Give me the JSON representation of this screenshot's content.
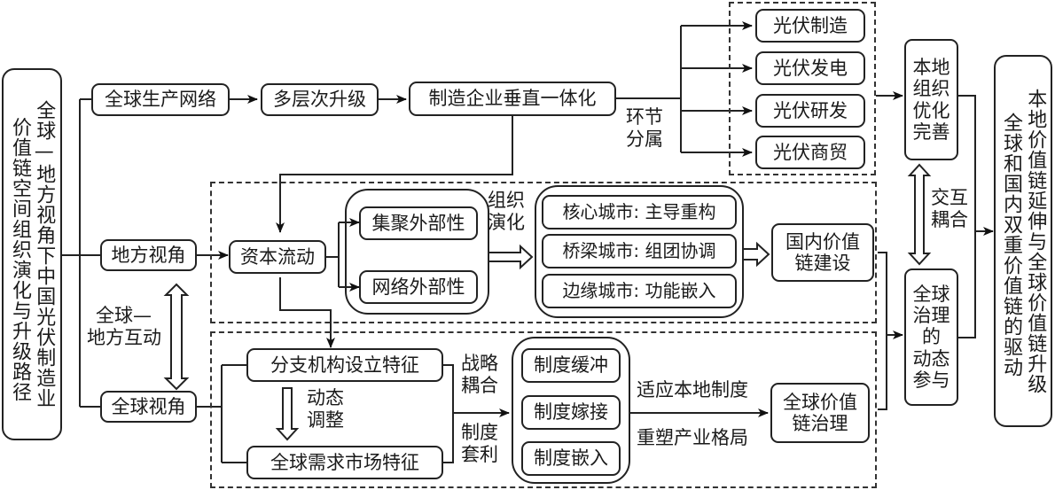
{
  "title_box": {
    "col_right": "全球—地方视角下中国光伏制造业",
    "col_left": "价值链空间组织演化与升级路径"
  },
  "top_row": {
    "global_production_network": "全球生产网络",
    "multi_level_upgrade": "多层次升级",
    "vertical_integration": "制造企业垂直一体化",
    "segment_label_line1": "环节",
    "segment_label_line2": "分属"
  },
  "pv_segments": [
    "光伏制造",
    "光伏发电",
    "光伏研发",
    "光伏商贸"
  ],
  "local_org": {
    "line1": "本地",
    "line2": "组织",
    "line3": "优化",
    "line4": "完善"
  },
  "interaction_label": {
    "line1": "交互",
    "line2": "耦合"
  },
  "global_gov_participation": {
    "line1": "全球",
    "line2": "治理",
    "line3": "的",
    "line4": "动态",
    "line5": "参与"
  },
  "final_box": {
    "col_right": "本地价值链延伸与全球价值链升级",
    "col_left": "全球和国内双重价值链的驱动"
  },
  "local_perspective": "地方视角",
  "global_perspective": "全球视角",
  "interaction_mid_label": {
    "line1": "全球—",
    "line2": "地方互动"
  },
  "capital_flow": "资本流动",
  "externalities": [
    "集聚外部性",
    "网络外部性"
  ],
  "org_evolution_label": {
    "line1": "组织",
    "line2": "演化"
  },
  "city_roles": [
    "核心城市: 主导重构",
    "桥梁城市: 组团协调",
    "边缘城市: 功能嵌入"
  ],
  "domestic_chain": {
    "line1": "国内价值",
    "line2": "链建设"
  },
  "branch_features": "分支机构设立特征",
  "dynamic_adjust": {
    "line1": "动态",
    "line2": "调整"
  },
  "global_demand": "全球需求市场特征",
  "strategy_coupling": {
    "line1": "战略",
    "line2": "耦合"
  },
  "institution_arbitrage": {
    "line1": "制度",
    "line2": "套利"
  },
  "institution_modes": [
    "制度缓冲",
    "制度嫁接",
    "制度嵌入"
  ],
  "adapt_label": "适应本地制度",
  "reshape_label": "重塑产业格局",
  "gvc_governance": {
    "line1": "全球价值",
    "line2": "链治理"
  }
}
